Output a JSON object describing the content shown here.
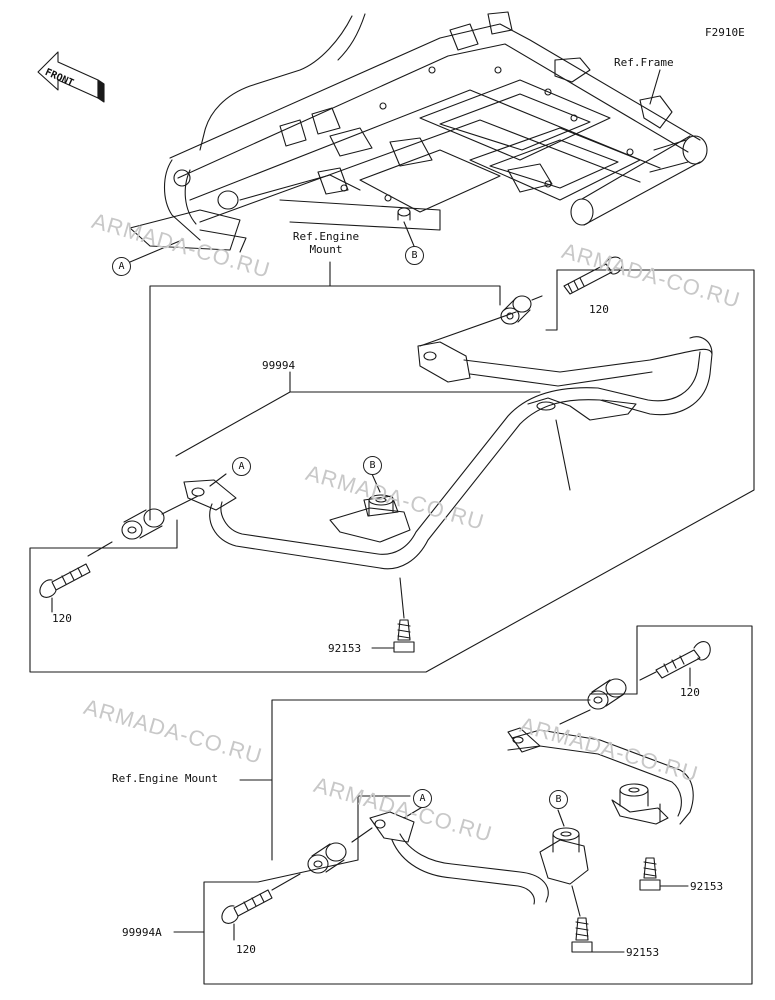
{
  "figure_code": "F2910E",
  "front_arrow_label": "FRONT",
  "watermark": "ARMADA-CO.RU",
  "refs": {
    "frame": "Ref.Frame",
    "engine_mount_line1": "Ref.Engine",
    "engine_mount_line2": "Mount",
    "engine_mount_inline": "Ref.Engine Mount"
  },
  "callouts": {
    "a": "A",
    "b": "B"
  },
  "parts": {
    "guard_right": "99994",
    "guard_left": "99994A",
    "bolt": "120",
    "bolt_small": "92153"
  }
}
